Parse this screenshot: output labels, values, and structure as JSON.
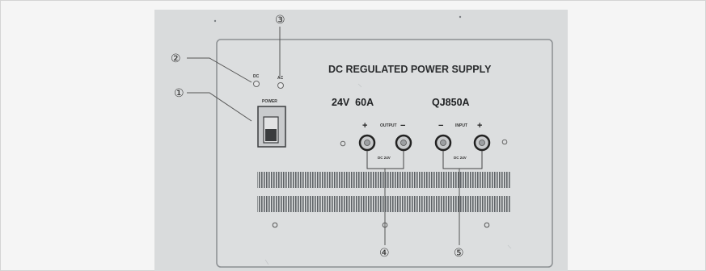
{
  "panel": {
    "title": "DC REGULATED POWER SUPPLY",
    "rating": "24V  60A",
    "model": "QJ850A",
    "power_label": "POWER",
    "dc_led_label": "DC",
    "ac_led_label": "AC",
    "output_label": "OUTPUT",
    "input_label": "INPUT",
    "output_plus": "+",
    "output_minus": "−",
    "input_minus": "−",
    "input_plus": "+",
    "output_dc": "DC 24V",
    "input_dc": "DC 24V"
  },
  "callouts": {
    "c1": "①",
    "c2": "②",
    "c3": "③",
    "c4": "④",
    "c5": "⑤"
  }
}
